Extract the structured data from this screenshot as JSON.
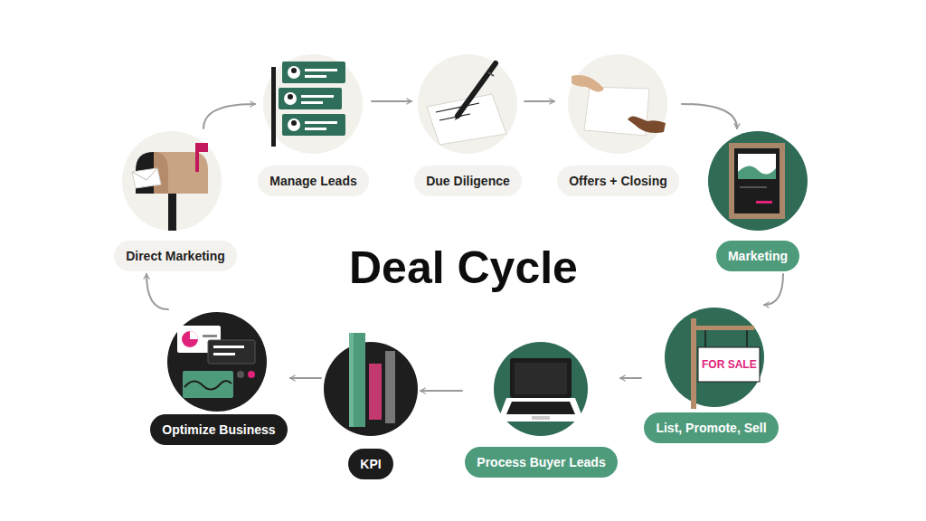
{
  "diagram": {
    "title": "Deal Cycle",
    "nodes": [
      {
        "text": [
          "Direct Marketing"
        ]
      },
      {
        "text": [
          "Manage Leads"
        ]
      },
      {
        "text": [
          "Due Diligence"
        ]
      },
      {
        "text": [
          "Offers + Closing"
        ]
      },
      {
        "text": [
          "Marketing"
        ]
      },
      {
        "text": [
          "List, Promote, Sell"
        ]
      },
      {
        "text": [
          "Process Buyer Leads"
        ]
      },
      {
        "text": [
          "KPI"
        ]
      },
      {
        "text": [
          "Optimize Business"
        ]
      }
    ],
    "edges": [
      {
        "from": 0,
        "to": 1,
        "arrow": "to"
      },
      {
        "from": 1,
        "to": 2,
        "arrow": "to"
      },
      {
        "from": 2,
        "to": 3,
        "arrow": "to"
      },
      {
        "from": 3,
        "to": 4,
        "arrow": "to"
      },
      {
        "from": 4,
        "to": 5,
        "arrow": "to"
      },
      {
        "from": 5,
        "to": 6,
        "arrow": "to"
      },
      {
        "from": 6,
        "to": 7,
        "arrow": "to"
      },
      {
        "from": 7,
        "to": 8,
        "arrow": "to"
      },
      {
        "from": 8,
        "to": 0,
        "arrow": "to"
      }
    ],
    "labels": [
      "FOR SALE"
    ]
  }
}
